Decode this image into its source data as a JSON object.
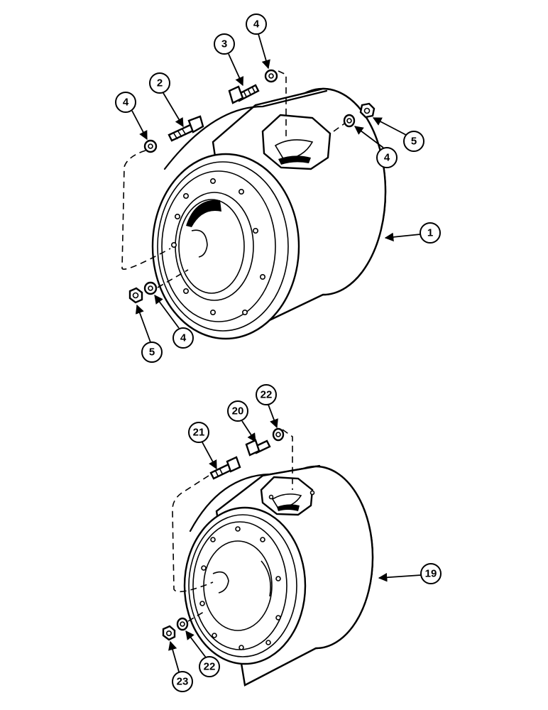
{
  "callouts": {
    "upper": {
      "housing": "1",
      "bolt_long": "2",
      "bolt_short": "3",
      "washer_left": "4",
      "washer_top": "4",
      "washer_right": "4",
      "washer_bottom": "4",
      "nut_right": "5",
      "nut_bottom": "5"
    },
    "lower": {
      "housing": "19",
      "bolt_short": "20",
      "bolt_long": "21",
      "washer_top": "22",
      "washer_bottom": "22",
      "nut_bottom": "23"
    }
  }
}
